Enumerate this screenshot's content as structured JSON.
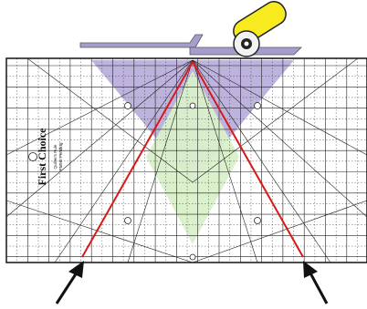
{
  "ruler": {
    "brand": "First Choice",
    "fine_print": [
      "Quilter's Rule",
      "Patent Pending"
    ]
  },
  "colors": {
    "ruler_line": "#111111",
    "cut_line": "#d61a1a",
    "purple_fabric": "#a89ccc",
    "green_fabric": "#d7efc7",
    "cutter_handle": "#f7ea1f",
    "arrow": "#111111"
  },
  "icons": {
    "rotary_cutter": "rotary-cutter-icon",
    "pointer_arrows": "arrow-icon"
  }
}
